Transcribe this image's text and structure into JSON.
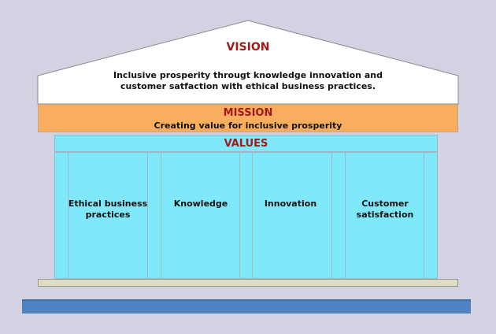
{
  "vision": {
    "title": "VISION",
    "text": "Inclusive prosperity througt knowledge innovation and customer satfaction with ethical business practices."
  },
  "mission": {
    "title": "MISSION",
    "text": "Creating value for inclusive prosperity"
  },
  "values": {
    "title": "VALUES",
    "pillars": [
      "Ethical business practices",
      "Knowledge",
      "Innovation",
      "Customer satisfaction"
    ]
  },
  "colors": {
    "background": "#d3d2e3",
    "heading": "#a21a1a",
    "mission_fill": "#f9ae5f",
    "values_fill": "#80e8fb",
    "ground": "#4e82c1"
  }
}
